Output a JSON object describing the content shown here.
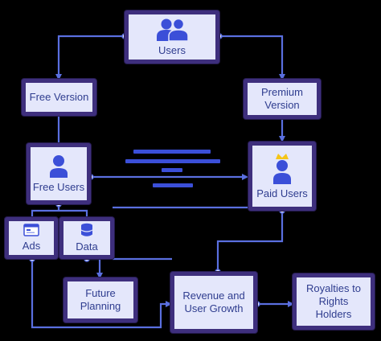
{
  "nodes": {
    "users": "Users",
    "free_version": "Free Version",
    "premium_version": "Premium\nVersion",
    "free_users": "Free Users",
    "paid_users": "Paid Users",
    "ads": "Ads",
    "data": "Data",
    "future_planning": "Future\nPlanning",
    "revenue": "Revenue and\nUser Growth",
    "royalties": "Royalties to\nRights\nHolders"
  },
  "icons": {
    "users": "users-group-icon",
    "free_users": "person-icon",
    "paid_users": "crowned-person-icon",
    "ads": "ad-window-icon",
    "data": "database-icon"
  },
  "colors": {
    "node_fill": "#e4e7fb",
    "node_border": "#3e2f7d",
    "node_text": "#2f3d8f",
    "connector": "#5a6fe0",
    "icon_blue": "#3b4fd8",
    "crown": "#f5c518"
  }
}
